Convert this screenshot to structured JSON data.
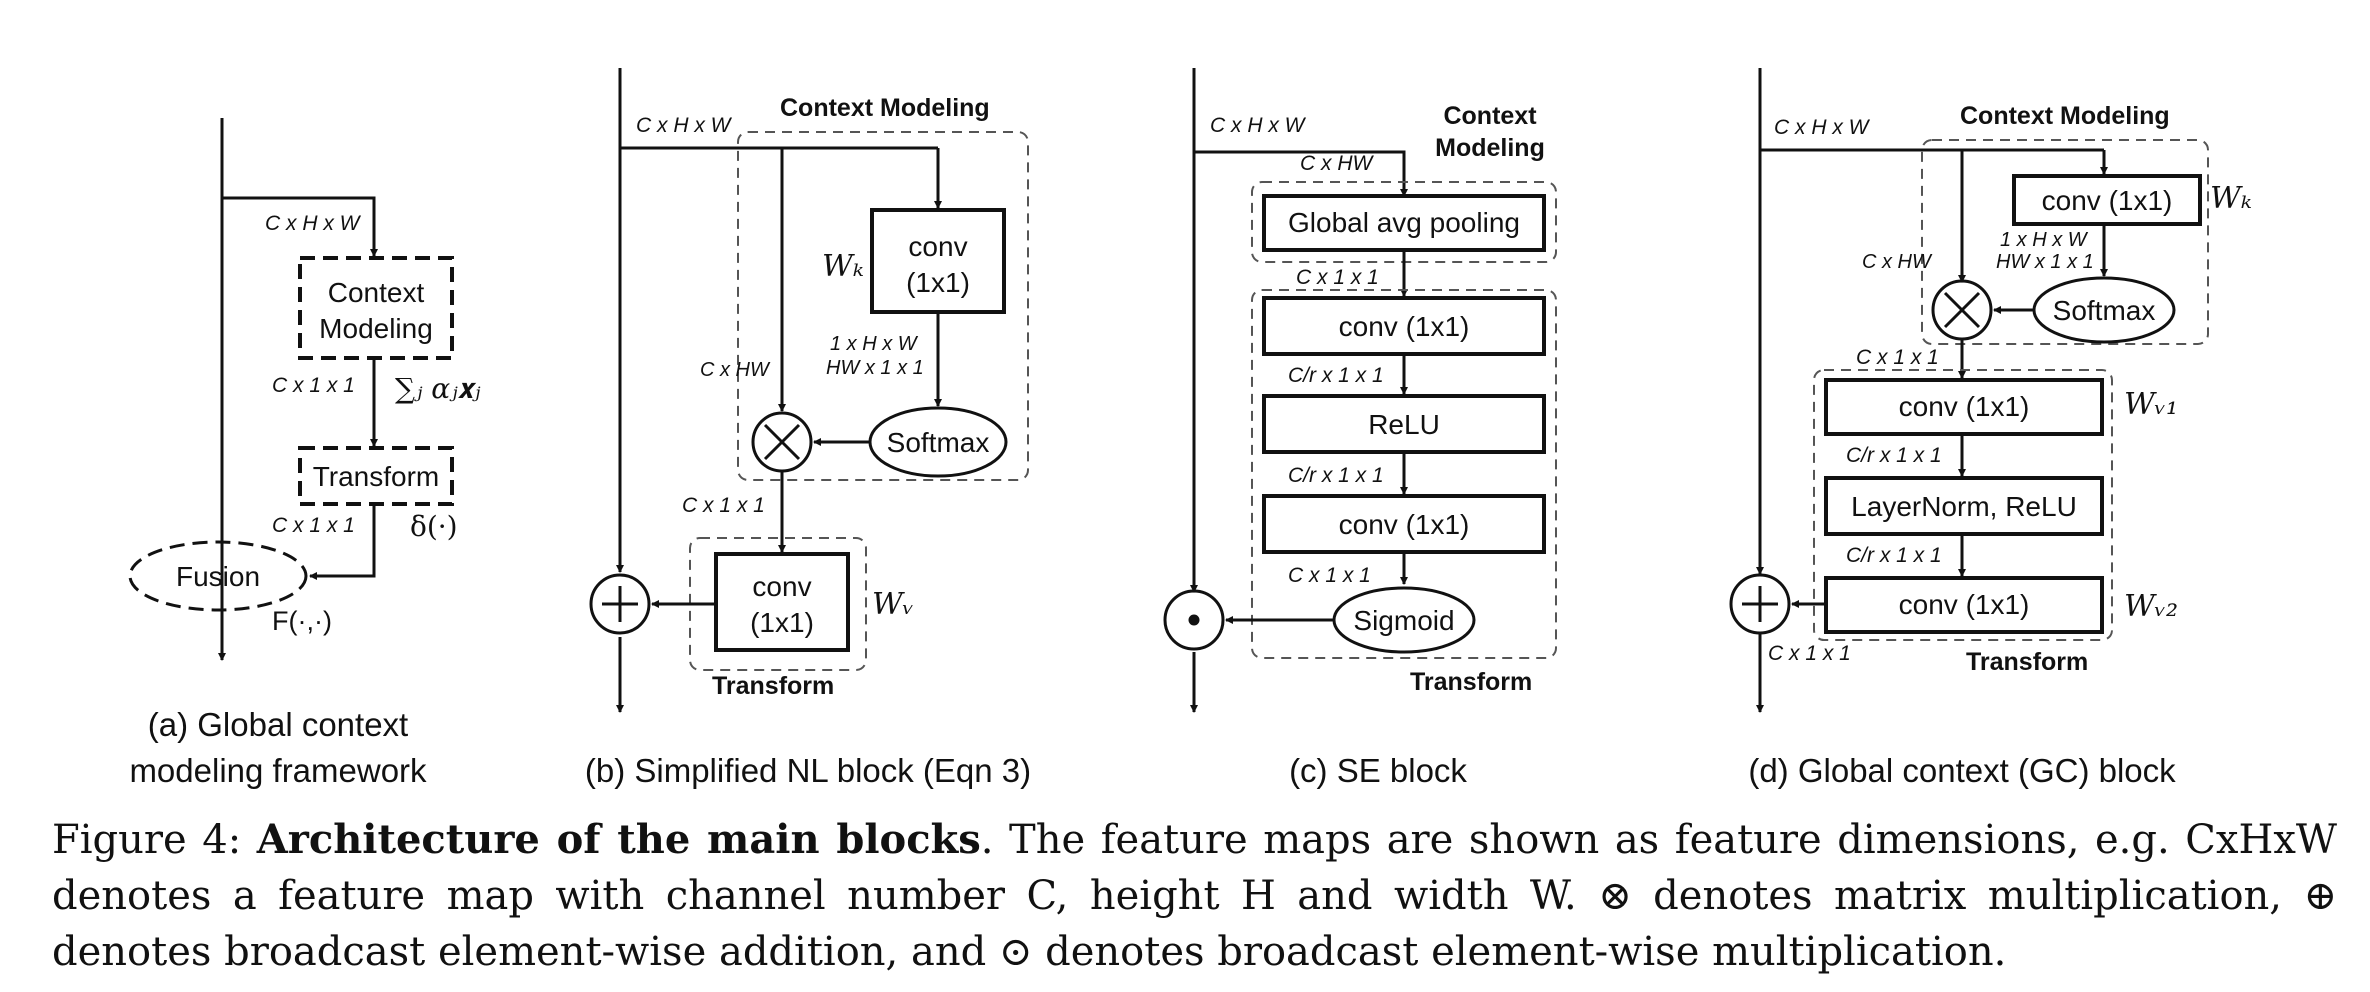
{
  "panel_a": {
    "dim_in": "C x H x W",
    "box_context": [
      "Context",
      "Modeling"
    ],
    "dim_mid": "C x 1 x 1",
    "formula": "∑ⱼ αⱼ𝐱ⱼ",
    "box_transform": "Transform",
    "dim_out": "C x 1 x 1",
    "delta": "δ(·)",
    "fusion": "Fusion",
    "fusion_fn": "F(·,·)",
    "caption": [
      "(a) Global context",
      "modeling framework"
    ]
  },
  "panel_b": {
    "dim_in": "C x H x W",
    "context_title": "Context Modeling",
    "box_conv": [
      "conv",
      "(1x1)"
    ],
    "wk": "Wₖ",
    "dim_key": [
      "1 x H x W",
      "HW x 1 x 1"
    ],
    "dim_value": "C x HW",
    "softmax": "Softmax",
    "dim_mid": "C x 1 x 1",
    "box_conv_t": [
      "conv",
      "(1x1)"
    ],
    "wv": "Wᵥ",
    "transform_title": "Transform",
    "caption": "(b) Simplified NL block (Eqn 3)"
  },
  "panel_c": {
    "dim_in": "C x H x W",
    "dim_hw": "C x HW",
    "context_title": [
      "Context",
      "Modeling"
    ],
    "box_pool": "Global avg pooling",
    "dim_1": "C x 1 x 1",
    "box_conv1": "conv (1x1)",
    "dim_r1": "C/r x 1 x 1",
    "box_relu": "ReLU",
    "dim_r2": "C/r x 1 x 1",
    "box_conv2": "conv (1x1)",
    "dim_2": "C x 1 x 1",
    "sigmoid": "Sigmoid",
    "transform_title": "Transform",
    "caption": "(c) SE block"
  },
  "panel_d": {
    "dim_in": "C x H x W",
    "context_title": "Context Modeling",
    "box_conv": "conv (1x1)",
    "wk": "Wₖ",
    "dim_key": [
      "1 x H x W",
      "HW x 1 x 1"
    ],
    "dim_value": "C x HW",
    "softmax": "Softmax",
    "dim_mid": "C x 1 x 1",
    "box_conv1": "conv (1x1)",
    "wv1": "Wᵥ₁",
    "dim_r1": "C/r x 1 x 1",
    "box_ln": "LayerNorm, ReLU",
    "dim_r2": "C/r x 1 x 1",
    "box_conv2": "conv (1x1)",
    "wv2": "Wᵥ₂",
    "dim_out": "C x 1 x 1",
    "transform_title": "Transform",
    "caption": "(d) Global context (GC) block"
  },
  "figure_caption": {
    "label": "Figure 4: ",
    "bold": "Architecture of the main blocks",
    "text": ". The feature maps are shown as feature dimensions, e.g. CxHxW denotes a feature map with channel number C, height H and width W. ⊗ denotes matrix multiplication, ⊕ denotes broadcast element-wise addition, and ⊙ denotes broadcast element-wise multiplication."
  }
}
